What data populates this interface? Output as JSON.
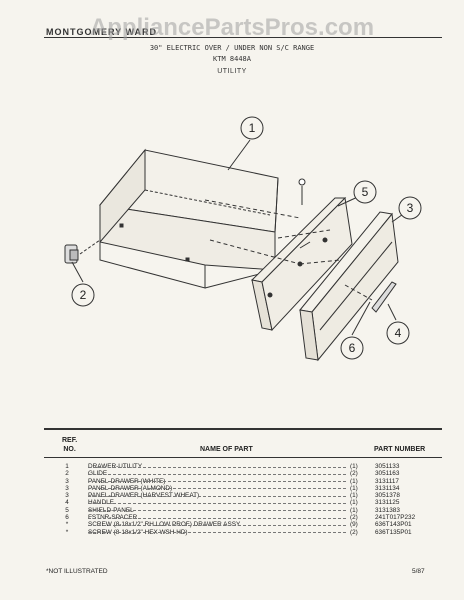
{
  "watermark": "AppliancePartsPros.com",
  "brand": "MONTGOMERY WARD",
  "header": {
    "line1": "30\" ELECTRIC OVER / UNDER NON S/C RANGE",
    "line2": "KTM 8448A",
    "section": "UTILITY"
  },
  "callouts": [
    "1",
    "2",
    "3",
    "4",
    "5",
    "6"
  ],
  "table": {
    "ref_header": "REF.\nNO.",
    "name_header": "NAME OF PART",
    "pn_header": "PART NUMBER",
    "rows": [
      {
        "ref": "1",
        "name": "DRAWER-UTILITY",
        "qty": "(1)",
        "part_number": "3051133"
      },
      {
        "ref": "2",
        "name": "GLIDE",
        "qty": "(2)",
        "part_number": "3051163"
      },
      {
        "ref": "3",
        "name": "PANEL-DRAWER (WHITE)",
        "qty": "(1)",
        "part_number": "3131117"
      },
      {
        "ref": "3",
        "name": "PANEL-DRAWER (ALMOND)",
        "qty": "(1)",
        "part_number": "3131134"
      },
      {
        "ref": "3",
        "name": "PANEL-DRAWER (HARVEST WHEAT)",
        "qty": "(1)",
        "part_number": "3051378"
      },
      {
        "ref": "4",
        "name": "HANDLE",
        "qty": "(1)",
        "part_number": "3131125"
      },
      {
        "ref": "5",
        "name": "SHIELD-PANEL",
        "qty": "(1)",
        "part_number": "3131383"
      },
      {
        "ref": "6",
        "name": "FSTNR-SPACER",
        "qty": "(2)",
        "part_number": "241T017P232"
      },
      {
        "ref": "*",
        "name": "SCREW (8-18x1/2\" RH LOW PROF) DRAWER ASSY",
        "qty": "(9)",
        "part_number": "636T143P01"
      },
      {
        "ref": "*",
        "name": "SCREW (8-18x1/2\" HEX WSH HD)",
        "qty": "(2)",
        "part_number": "636T135P01"
      }
    ]
  },
  "footnote": "*NOT ILLUSTRATED",
  "date": "5/87"
}
